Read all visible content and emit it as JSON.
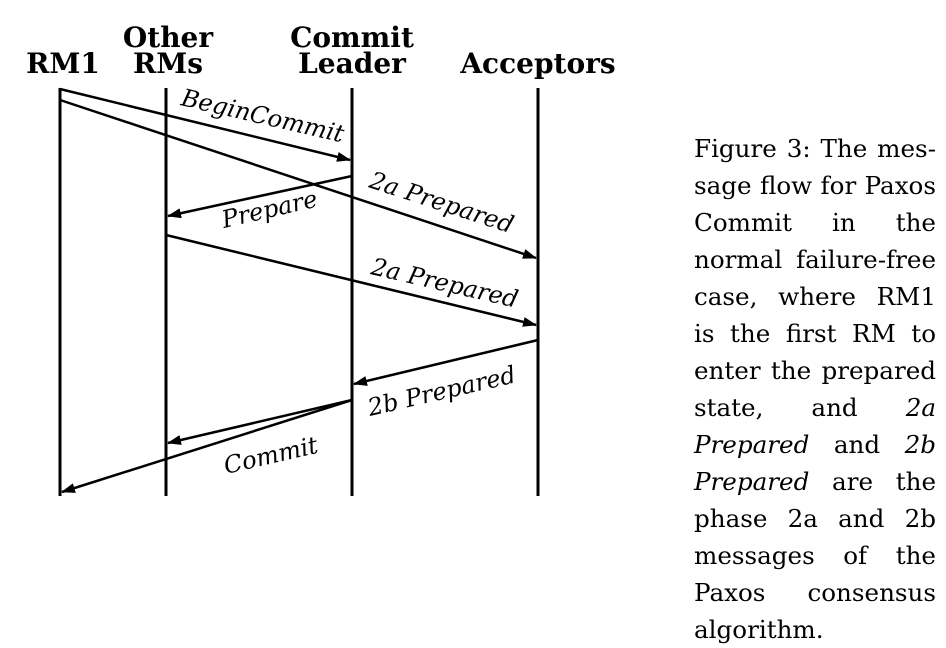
{
  "participants": {
    "rm1": [
      "RM1"
    ],
    "other_rms": [
      "Other",
      "RMs"
    ],
    "commit_leader": [
      "Commit",
      "Leader"
    ],
    "acceptors": [
      "Acceptors"
    ]
  },
  "messages": {
    "begin_commit": "BeginCommit",
    "prepare": "Prepare",
    "rm1_2a_prepared": "2a Prepared",
    "others_2a_prepared": "2a Prepared",
    "2b_prepared": "2b Prepared",
    "commit": "Commit"
  },
  "caption": {
    "part1": "Figure 3:  The mes­sage flow for Paxos Commit in the normal failure-free case, where RM1 is the first RM to enter the prepared state, and ",
    "em1": "2a Prepared",
    "part2": " and ",
    "em2": "2b Prepared",
    "part3": " are the phase 2a and 2b messages of the Paxos consensus algorithm."
  }
}
